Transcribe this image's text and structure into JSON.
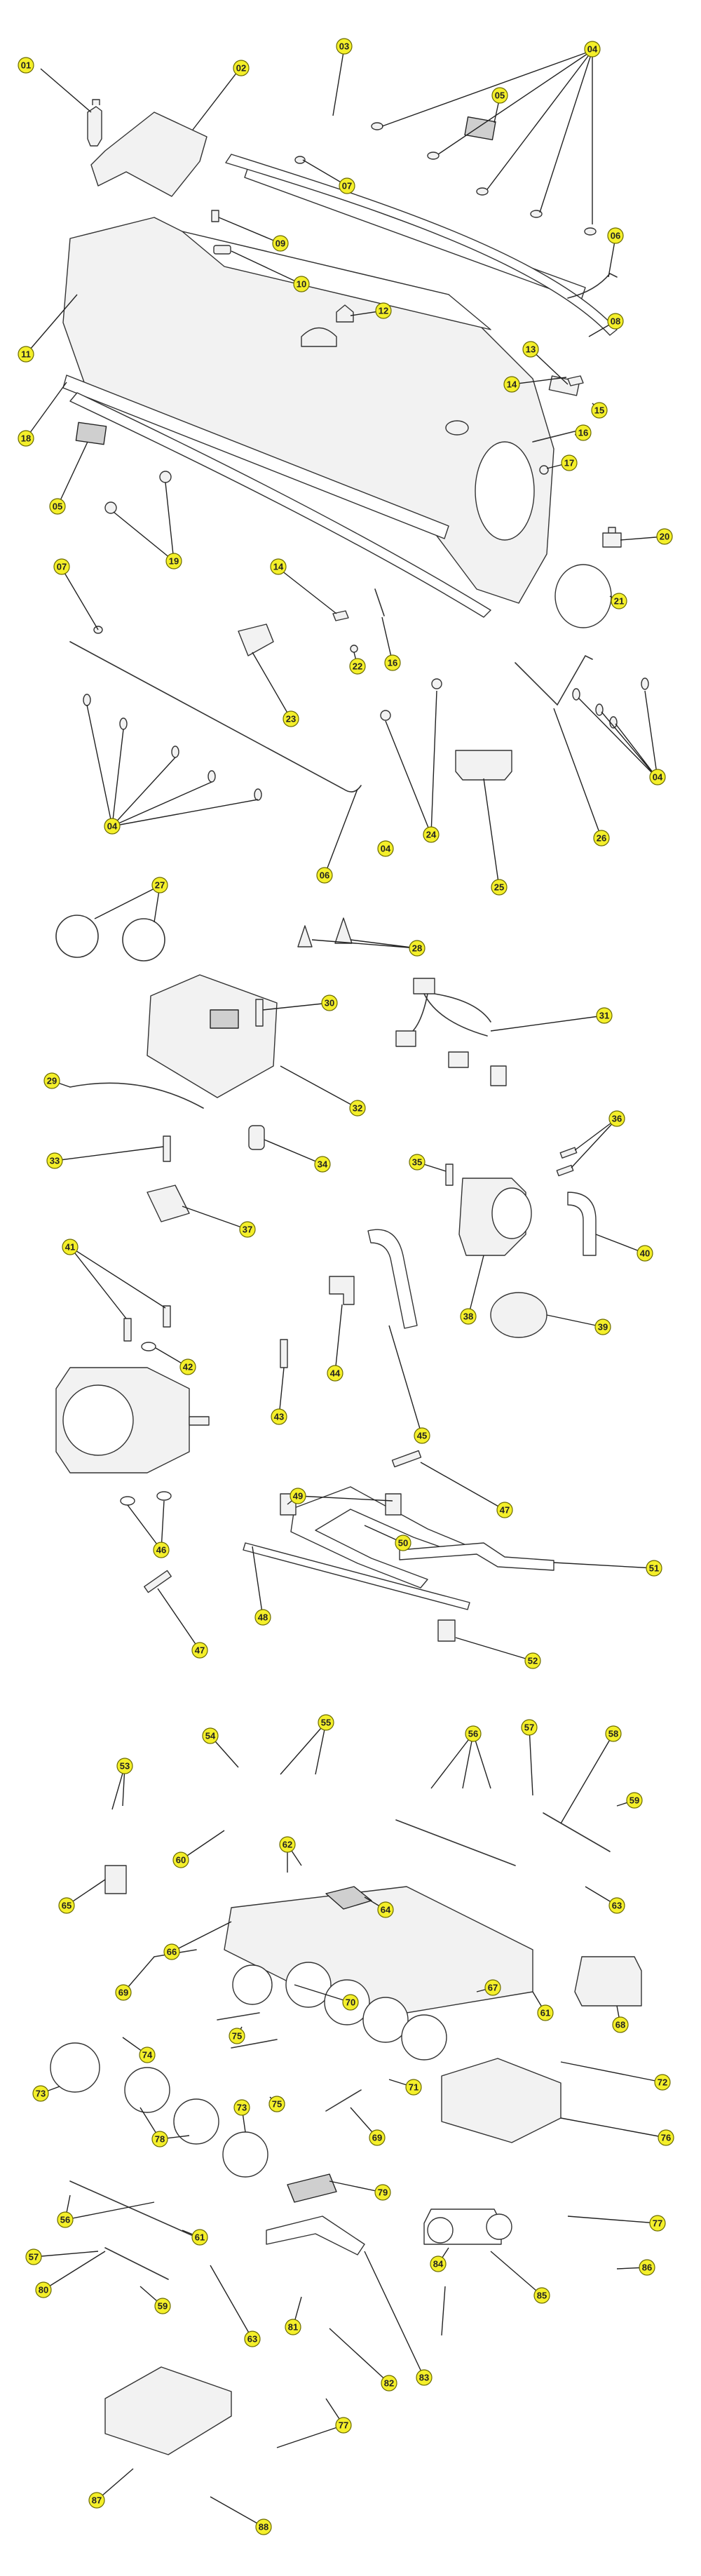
{
  "diagram": {
    "badge_fill": "#f4ef2a",
    "labels": [
      "01",
      "02",
      "03",
      "04",
      "04",
      "04",
      "04",
      "04",
      "04",
      "04",
      "04",
      "04",
      "04",
      "04",
      "04",
      "04",
      "04",
      "04",
      "04",
      "04",
      "05",
      "05",
      "06",
      "06",
      "07",
      "07",
      "08",
      "09",
      "10",
      "11",
      "12",
      "13",
      "14",
      "14",
      "15",
      "16",
      "16",
      "17",
      "18",
      "19",
      "19",
      "20",
      "21",
      "22",
      "23",
      "24",
      "24",
      "25",
      "26",
      "27",
      "27",
      "28",
      "28",
      "29",
      "30",
      "31",
      "32",
      "33",
      "34",
      "35",
      "36",
      "36",
      "37",
      "38",
      "39",
      "40",
      "41",
      "41",
      "42",
      "43",
      "44",
      "45",
      "46",
      "46",
      "47",
      "47",
      "48",
      "49",
      "49",
      "50",
      "51",
      "52",
      "53",
      "53",
      "54",
      "55",
      "55",
      "56",
      "56",
      "56",
      "56",
      "56",
      "56",
      "57",
      "57",
      "58",
      "59",
      "59",
      "60",
      "61",
      "61",
      "62",
      "62",
      "63",
      "63",
      "64",
      "65",
      "66",
      "67",
      "68",
      "69",
      "69",
      "70",
      "71",
      "72",
      "73",
      "73",
      "74",
      "74",
      "75",
      "75",
      "76",
      "77",
      "77",
      "77",
      "78",
      "78",
      "79",
      "80",
      "81",
      "82",
      "83",
      "84",
      "85",
      "86",
      "87",
      "88"
    ]
  }
}
